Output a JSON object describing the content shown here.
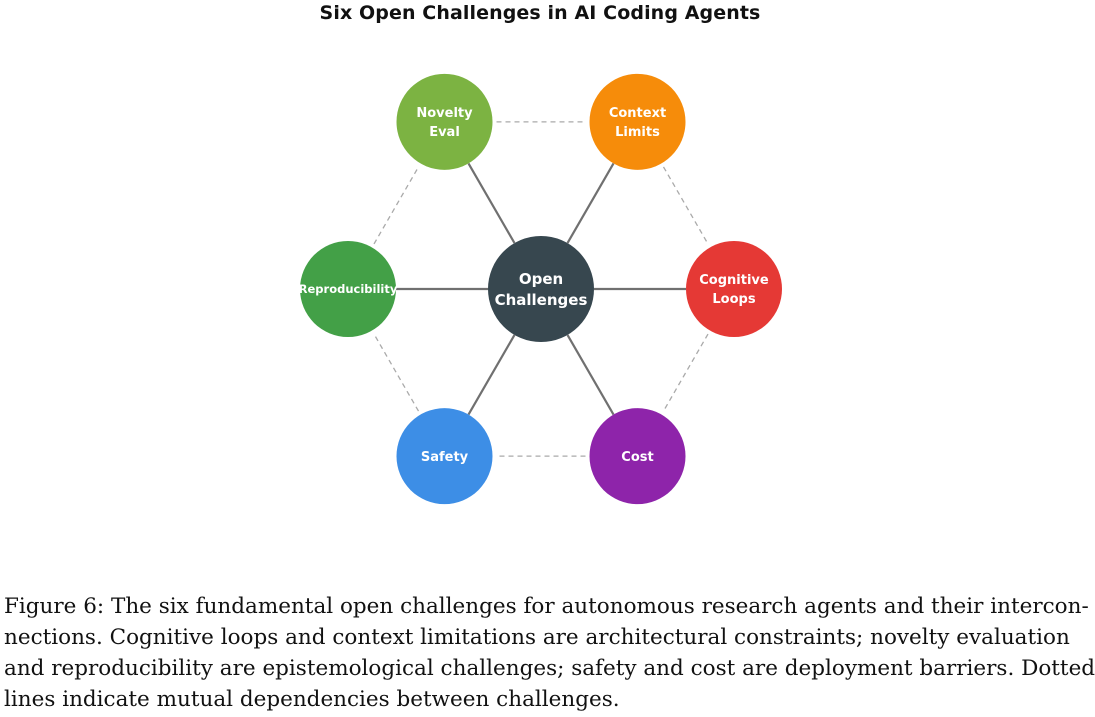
{
  "figure": {
    "title": "Six Open Challenges in AI Coding Agents",
    "center": {
      "lines": [
        "Open",
        "Challenges"
      ],
      "color": "#37474f"
    },
    "nodes": [
      {
        "id": "novelty",
        "lines": [
          "Novelty",
          "Eval"
        ],
        "color": "#7cb342"
      },
      {
        "id": "context",
        "lines": [
          "Context",
          "Limits"
        ],
        "color": "#f68c0a"
      },
      {
        "id": "cognitive",
        "lines": [
          "Cognitive",
          "Loops"
        ],
        "color": "#e53935"
      },
      {
        "id": "cost",
        "lines": [
          "Cost"
        ],
        "color": "#8e24aa"
      },
      {
        "id": "safety",
        "lines": [
          "Safety"
        ],
        "color": "#3d8ee6"
      },
      {
        "id": "reproducibility",
        "lines": [
          "Reproducibility"
        ],
        "color": "#43a047"
      }
    ],
    "dotted_links": [
      [
        "novelty",
        "context"
      ],
      [
        "context",
        "cognitive"
      ],
      [
        "cognitive",
        "cost"
      ],
      [
        "cost",
        "safety"
      ],
      [
        "safety",
        "reproducibility"
      ],
      [
        "reproducibility",
        "novelty"
      ]
    ]
  },
  "caption": {
    "lines": [
      "Figure 6: The six fundamental open challenges for autonomous research agents and their intercon-",
      "nections. Cognitive loops and context limitations are architectural constraints; novelty evaluation",
      "and reproducibility are epistemological challenges; safety and cost are deployment barriers. Dotted",
      "lines indicate mutual dependencies between challenges."
    ]
  }
}
